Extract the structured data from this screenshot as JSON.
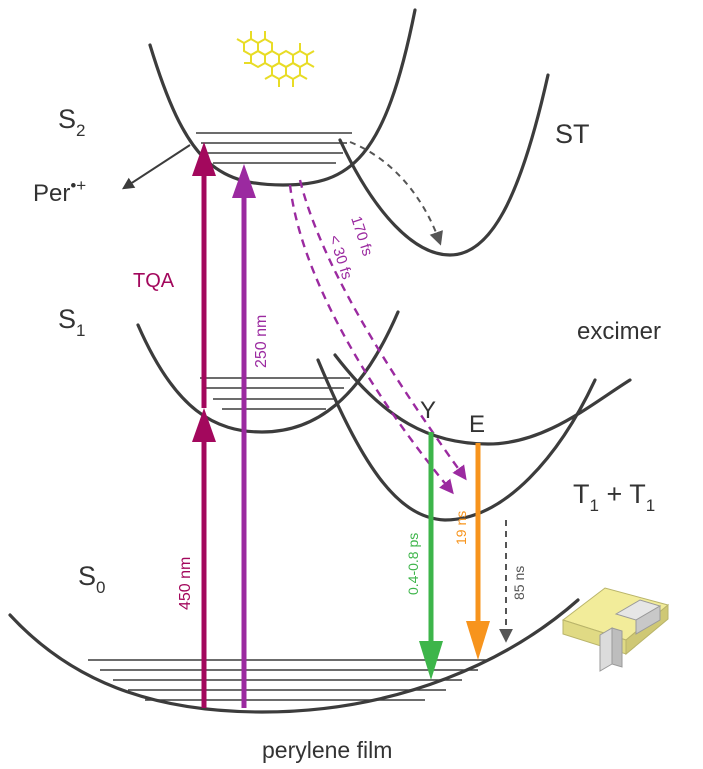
{
  "states": {
    "s2": {
      "main": "S",
      "sub": "2"
    },
    "s1": {
      "main": "S",
      "sub": "1"
    },
    "s0": {
      "main": "S",
      "sub": "0"
    },
    "st": "ST",
    "excimer": "excimer",
    "t1t1": {
      "a": "T",
      "a_sub": "1",
      "plus": " + ",
      "b": "T",
      "b_sub": "1"
    }
  },
  "per_cation": {
    "main": "Per",
    "sup": "•+"
  },
  "labels": {
    "tqa": "TQA",
    "nm450": "450 nm",
    "nm250": "250 nm",
    "fs170": "170 fs",
    "fs30": "< 30 fs",
    "ps": "0.4-0.8 ps",
    "ns19": "19 ns",
    "ns85": "85 ns",
    "y": "Y",
    "e": "E",
    "film": "perylene film"
  },
  "colors": {
    "curve": "#3c3c3c",
    "tqa": "#a3085d",
    "uv": "#9b2aa0",
    "dashed_purple": "#9b2aa0",
    "green": "#3db54a",
    "orange": "#f7941d",
    "grey_dash": "#555555",
    "molecule": "#e8dc26",
    "crystal": "#f2ec9a"
  },
  "icons": [
    "perylene-molecule-icon",
    "crystal-film-icon"
  ]
}
